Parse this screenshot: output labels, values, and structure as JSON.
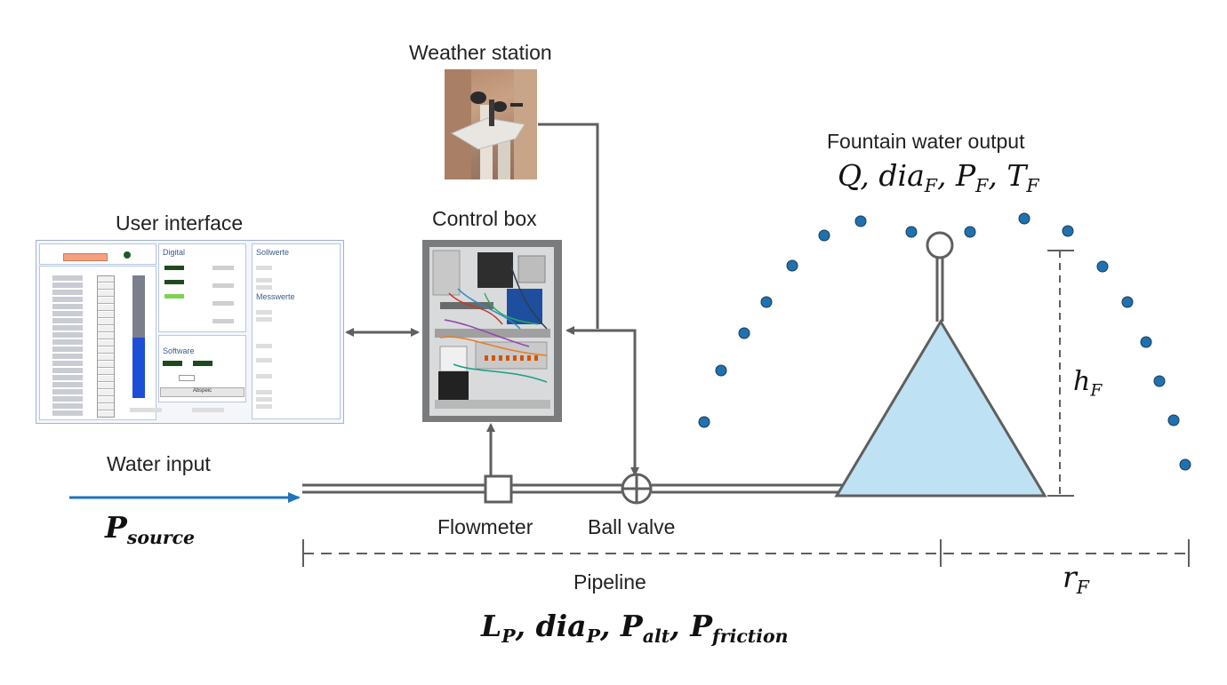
{
  "labels": {
    "weather_station": "Weather station",
    "user_interface": "User interface",
    "control_box": "Control box",
    "fountain_output": "Fountain water output",
    "water_input": "Water input",
    "flowmeter": "Flowmeter",
    "ball_valve": "Ball valve",
    "pipeline": "Pipeline"
  },
  "formulas": {
    "fountain_params": [
      "Q",
      "dia",
      "F",
      "P",
      "F",
      "T",
      "F"
    ],
    "source_pressure": [
      "P",
      "source"
    ],
    "height": [
      "h",
      "F"
    ],
    "radius": [
      "r",
      "F"
    ],
    "pipeline_params": [
      "L",
      "P",
      "dia",
      "P",
      "P",
      "alt",
      "P",
      "friction"
    ]
  },
  "ui_screenshot": {
    "digital": "Digital",
    "software": "Software",
    "sollwerte": "Sollwerte",
    "messwerte": "Messwerte",
    "button": "Abspeic"
  },
  "colors": {
    "line": "#5f5f5f",
    "water_arrow": "#1e73be",
    "droplet": "#2071b0",
    "fountain_fill": "#bfe1f4"
  }
}
